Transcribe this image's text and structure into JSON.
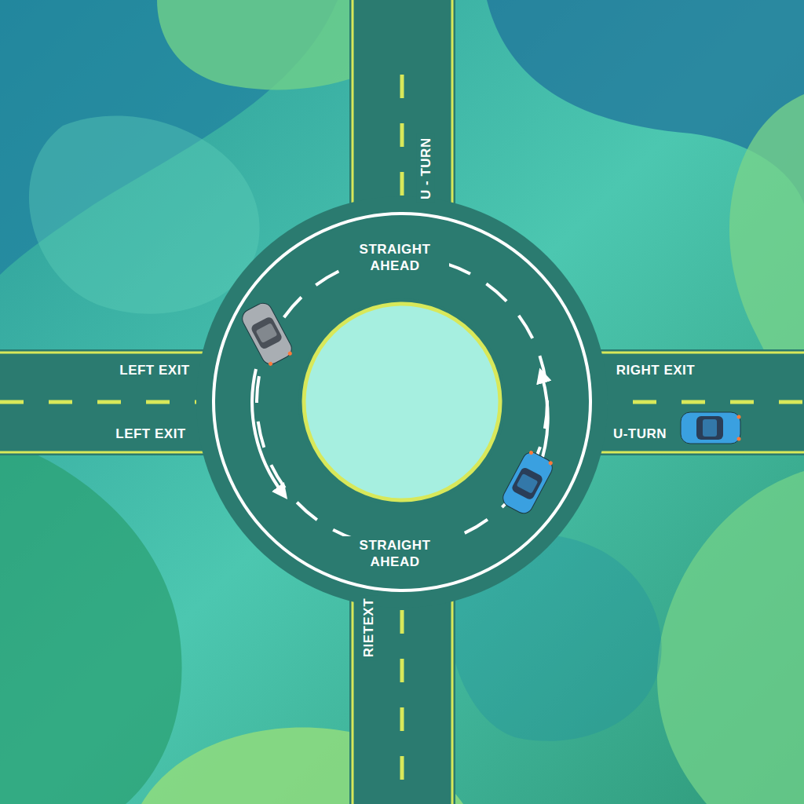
{
  "diagram": {
    "labels": [
      "U - TURN",
      "STRAIGHT AHEAD",
      "LEFT EXIT",
      "RIGHT EXIT",
      "LEFT EXIT",
      "U-TURN",
      "STRAIGHT AHEAD",
      "RIETEXT"
    ]
  }
}
